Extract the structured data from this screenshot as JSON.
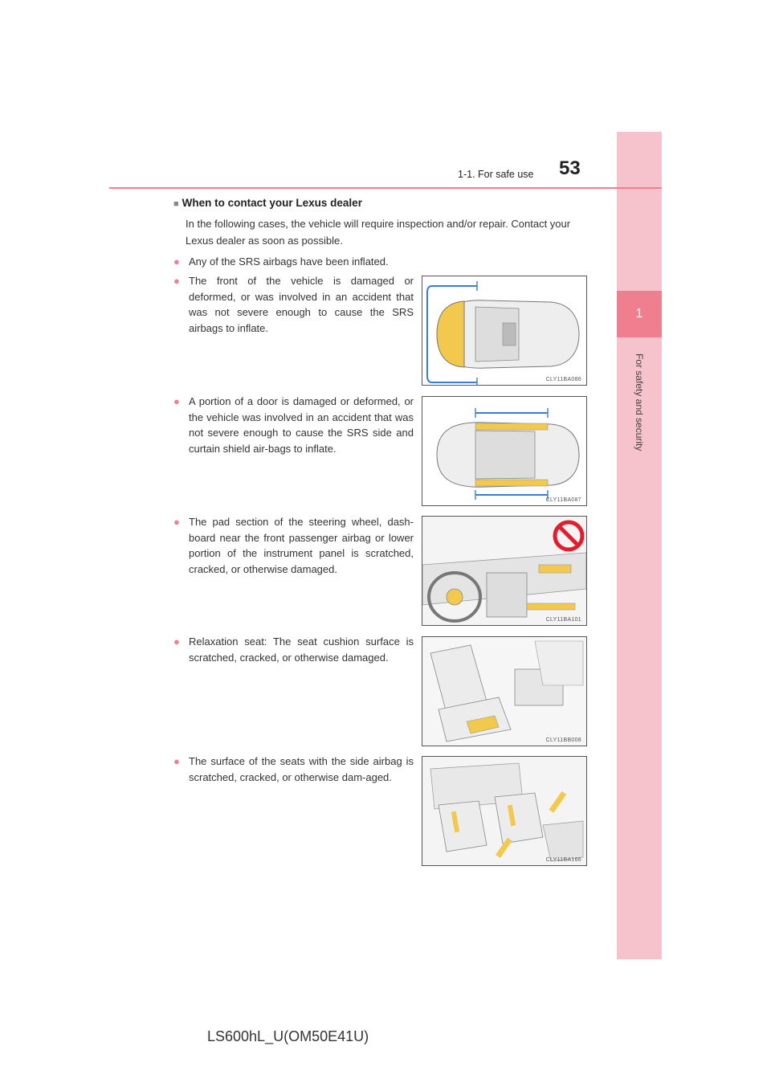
{
  "header": {
    "section": "1-1. For safe use",
    "page_number": "53"
  },
  "sidebar": {
    "chapter_number": "1",
    "chapter_title": "For safety and security"
  },
  "section": {
    "heading_marker": "■",
    "heading": "When to contact your Lexus dealer",
    "intro": "In the following cases, the vehicle will require inspection and/or repair. Contact your Lexus dealer as soon as possible.",
    "bullet_marker": "●",
    "items": [
      {
        "text": "Any of the SRS airbags have been inflated."
      },
      {
        "text": "The front of the vehicle is damaged or deformed, or was involved in an accident that was not severe enough to cause the SRS airbags to inflate.",
        "figure_code": "CLY11BA086"
      },
      {
        "text": "A portion of a door is damaged or deformed, or the vehicle was involved in an accident that was not severe enough to cause the SRS side and curtain shield air-bags to inflate.",
        "figure_code": "CLY11BA087"
      },
      {
        "text": "The pad section of the steering wheel, dash-board near the front passenger airbag or lower portion of the instrument panel is scratched, cracked, or otherwise damaged.",
        "figure_code": "CLY11BA101"
      },
      {
        "text": "Relaxation seat: The seat cushion surface is scratched, cracked, or otherwise damaged.",
        "figure_code": "CLY11BB008"
      },
      {
        "text": "The surface of the seats with the side airbag is scratched, cracked, or otherwise dam-aged.",
        "figure_code": "CLY11BA166"
      }
    ]
  },
  "footer": {
    "model_code": "LS600hL_U(OM50E41U)"
  },
  "colors": {
    "accent_pink": "#ef7f8e",
    "sidebar_pink": "#f6c2cb",
    "highlight_yellow": "#f2c94c",
    "arrow_blue": "#3a7bd5"
  }
}
